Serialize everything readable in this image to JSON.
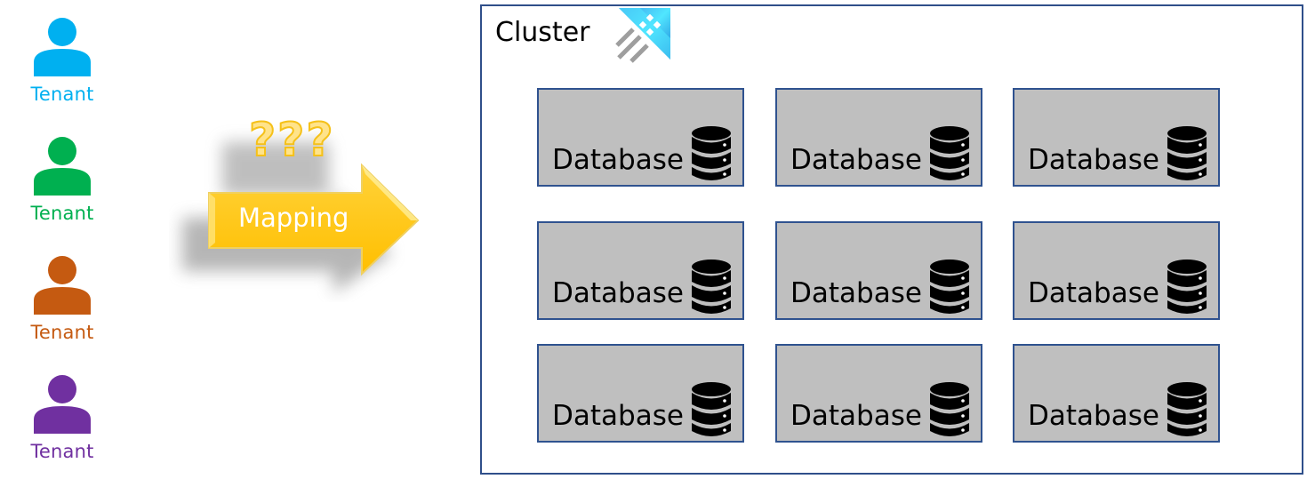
{
  "tenants": [
    {
      "label": "Tenant",
      "color": "#00b0f0"
    },
    {
      "label": "Tenant",
      "color": "#00b050"
    },
    {
      "label": "Tenant",
      "color": "#c55a11"
    },
    {
      "label": "Tenant",
      "color": "#7030a0"
    }
  ],
  "mapping": {
    "label": "Mapping",
    "question_marks": "???",
    "arrow_color": "#ffc000"
  },
  "cluster": {
    "title": "Cluster",
    "icon": "azure-data-explorer-icon",
    "border_color": "#2f528f",
    "databases": [
      {
        "label": "Database",
        "icon": "database-icon"
      },
      {
        "label": "Database",
        "icon": "database-icon"
      },
      {
        "label": "Database",
        "icon": "database-icon"
      },
      {
        "label": "Database",
        "icon": "database-icon"
      },
      {
        "label": "Database",
        "icon": "database-icon"
      },
      {
        "label": "Database",
        "icon": "database-icon"
      },
      {
        "label": "Database",
        "icon": "database-icon"
      },
      {
        "label": "Database",
        "icon": "database-icon"
      },
      {
        "label": "Database",
        "icon": "database-icon"
      }
    ]
  }
}
